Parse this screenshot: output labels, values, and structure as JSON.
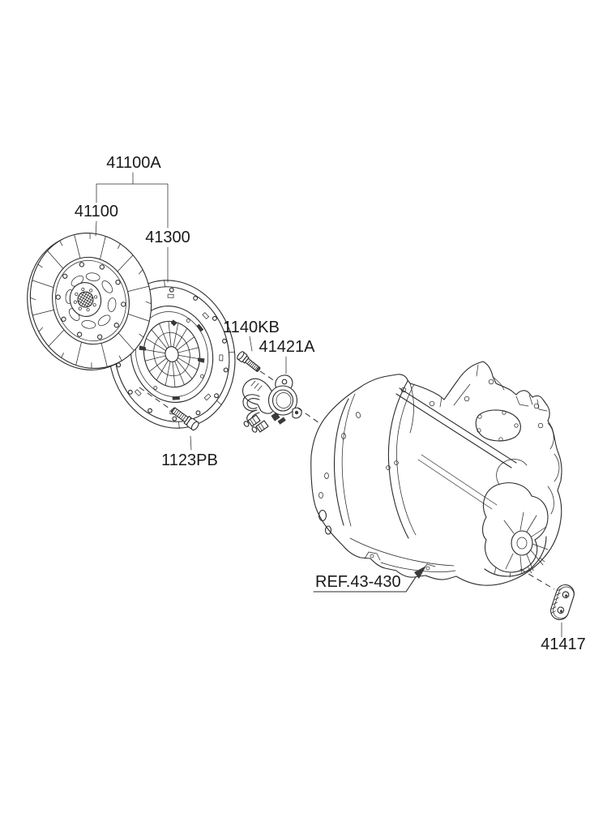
{
  "diagram": {
    "background_color": "#ffffff",
    "line_color": "#2b2b2b",
    "label_color": "#1a1a1a",
    "callouts": {
      "assembly": "41100A",
      "clutch_disc": "41100",
      "clutch_cover": "41300",
      "bolt_upper": "1140KB",
      "release_cylinder": "41421A",
      "bolt_lower": "1123PB",
      "transaxle_reference": "REF.43-430",
      "bracket": "41417"
    }
  }
}
